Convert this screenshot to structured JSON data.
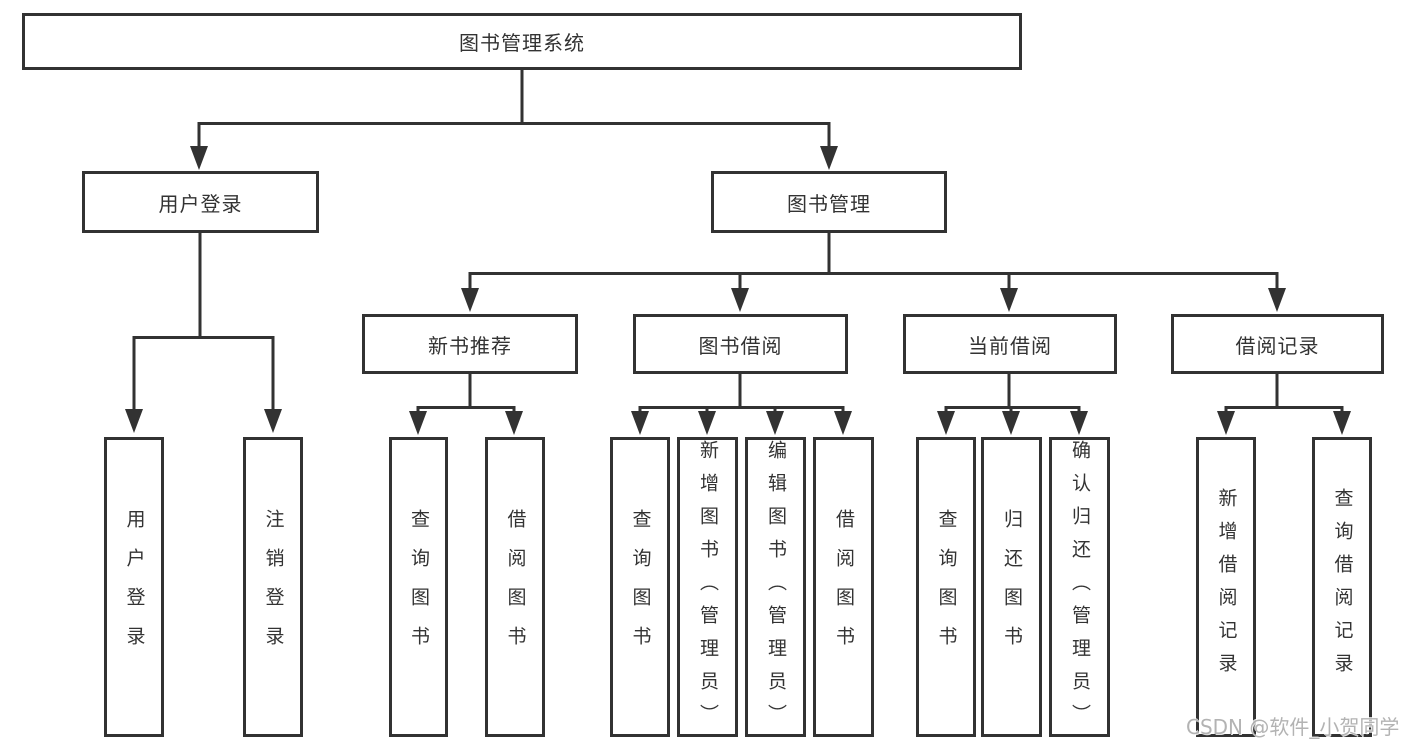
{
  "diagram_type": "hierarchical-tree",
  "colors": {
    "line": "#323232",
    "text": "#333333",
    "background": "#ffffff",
    "watermark": "#b3b3b3"
  },
  "watermark": "CSDN @软件_小贺同学",
  "tree": {
    "label": "图书管理系统",
    "children": [
      {
        "label": "用户登录",
        "children": [
          {
            "label": "用户登录"
          },
          {
            "label": "注销登录"
          }
        ]
      },
      {
        "label": "图书管理",
        "children": [
          {
            "label": "新书推荐",
            "children": [
              {
                "label": "查询图书"
              },
              {
                "label": "借阅图书"
              }
            ]
          },
          {
            "label": "图书借阅",
            "children": [
              {
                "label": "查询图书"
              },
              {
                "label": "新增图书（管理员）"
              },
              {
                "label": "编辑图书（管理员）"
              },
              {
                "label": "借阅图书"
              }
            ]
          },
          {
            "label": "当前借阅",
            "children": [
              {
                "label": "查询图书"
              },
              {
                "label": "归还图书"
              },
              {
                "label": "确认归还（管理员）"
              }
            ]
          },
          {
            "label": "借阅记录",
            "children": [
              {
                "label": "新增借阅记录"
              },
              {
                "label": "查询借阅记录"
              }
            ]
          }
        ]
      }
    ]
  }
}
